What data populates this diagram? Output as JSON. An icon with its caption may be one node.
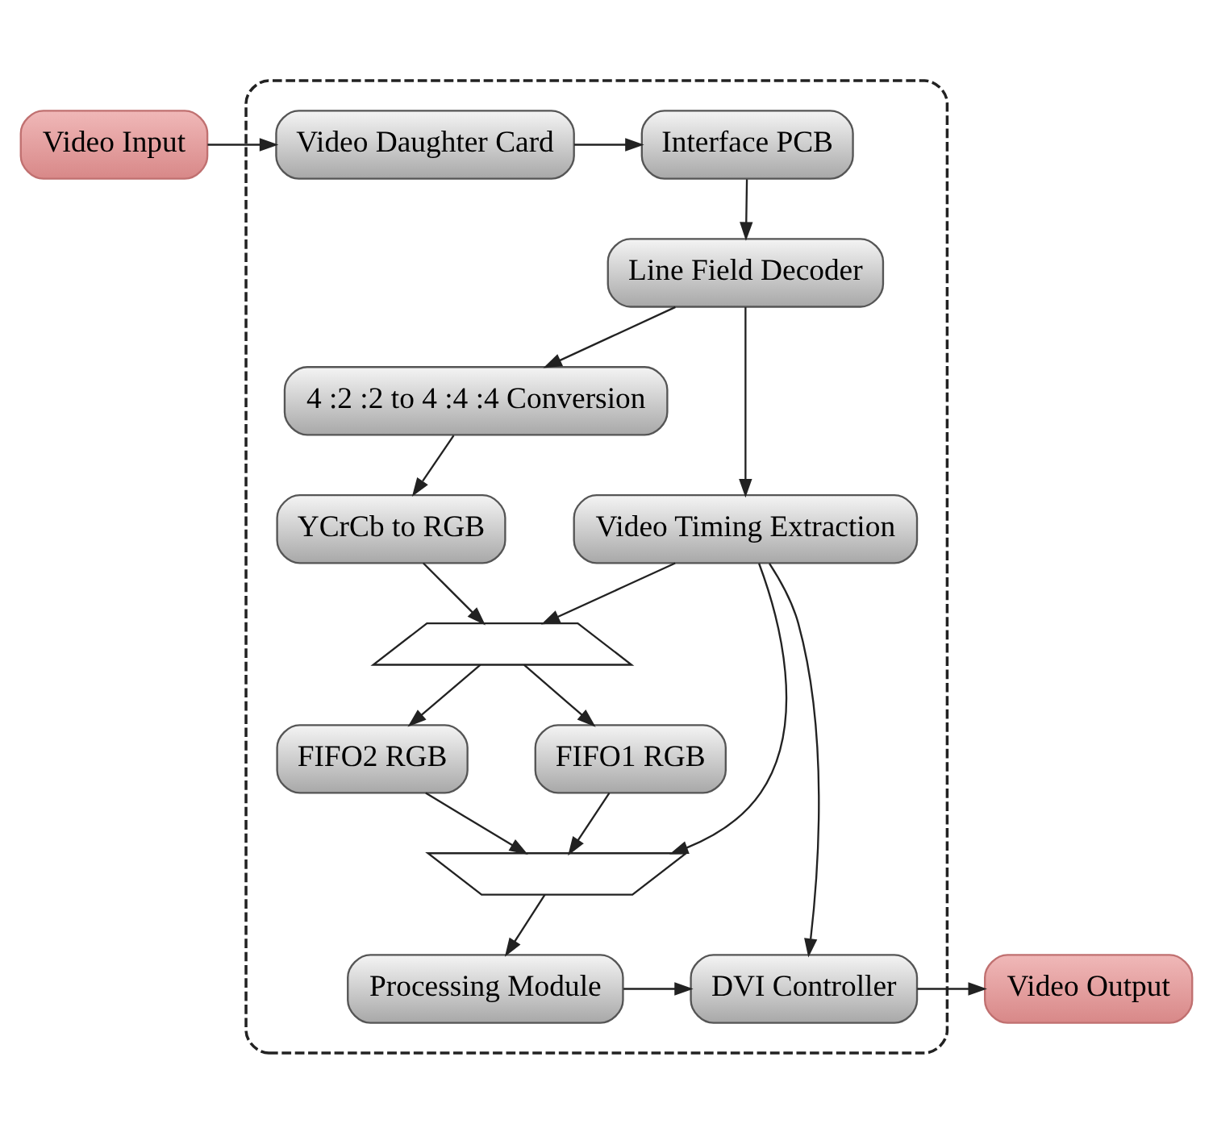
{
  "diagram": {
    "nodes": [
      {
        "text": [
          "Video Input"
        ]
      },
      {
        "text": [],
        "shape": "box"
      },
      {
        "text": [
          "Video Daughter Card"
        ],
        "in": 1
      },
      {
        "text": [
          "Interface PCB"
        ],
        "in": 1
      },
      {
        "text": [
          "Line Field Decoder"
        ],
        "in": 1
      },
      {
        "text": [
          "4 :2 :2 to 4 :4 :4 Conversion"
        ],
        "in": 1
      },
      {
        "text": [
          "YCrCb to RGB"
        ],
        "in": 1
      },
      {
        "text": [
          "Video Timing Extraction"
        ],
        "in": 1
      },
      {
        "text": [],
        "shape": "trapezoid",
        "in": 1
      },
      {
        "text": [
          "FIFO2 RGB"
        ],
        "in": 1
      },
      {
        "text": [
          "FIFO1 RGB"
        ],
        "in": 1
      },
      {
        "text": [],
        "shape": "trapezoid",
        "in": 1
      },
      {
        "text": [
          "Video Output"
        ]
      },
      {
        "text": [
          "DVI Controller"
        ],
        "in": 1
      },
      {
        "text": [
          "Processing Module"
        ],
        "in": 1
      }
    ],
    "edges": [
      {
        "from": 0,
        "to": 2,
        "arrow": "to"
      },
      {
        "from": 2,
        "to": 3,
        "arrow": "to"
      },
      {
        "from": 3,
        "to": 4,
        "arrow": "to"
      },
      {
        "from": 4,
        "to": 5,
        "arrow": "to"
      },
      {
        "from": 4,
        "to": 7,
        "arrow": "to"
      },
      {
        "from": 5,
        "to": 6,
        "arrow": "to"
      },
      {
        "from": 6,
        "to": 8,
        "arrow": "to"
      },
      {
        "from": 7,
        "to": 8,
        "arrow": "to"
      },
      {
        "from": 8,
        "to": 9,
        "arrow": "to"
      },
      {
        "from": 8,
        "to": 10,
        "arrow": "to"
      },
      {
        "from": 9,
        "to": 11,
        "arrow": "to"
      },
      {
        "from": 10,
        "to": 11,
        "arrow": "to"
      },
      {
        "from": 7,
        "to": 11,
        "arrow": "to"
      },
      {
        "from": 7,
        "to": 13,
        "arrow": "to"
      },
      {
        "from": 11,
        "to": 14,
        "arrow": "to"
      },
      {
        "from": 14,
        "to": 13,
        "arrow": "to"
      },
      {
        "from": 13,
        "to": 12,
        "arrow": "to"
      }
    ]
  }
}
